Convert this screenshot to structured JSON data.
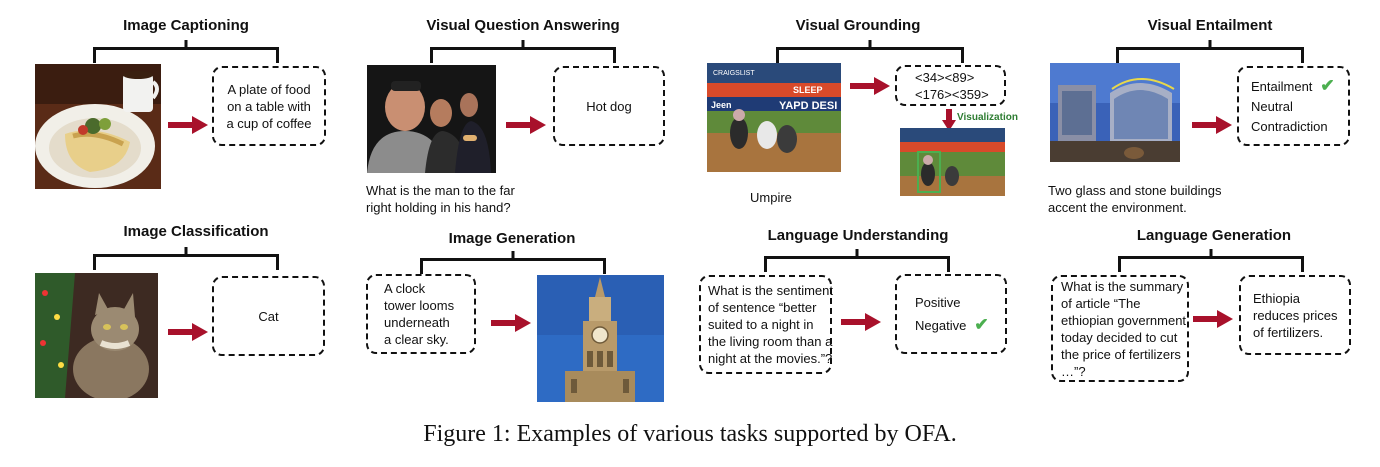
{
  "figure_caption": "Figure 1: Examples of various tasks supported by OFA.",
  "colors": {
    "arrow": "#a8112b",
    "check": "#4caf50",
    "visualization_label": "#2e7d32"
  },
  "tasks": {
    "image_captioning": {
      "title": "Image Captioning",
      "output_lines": [
        "A plate of food",
        "on  a table with",
        "a cup of coffee"
      ]
    },
    "vqa": {
      "title": "Visual Question Answering",
      "question_lines": [
        "What is the man to the far",
        "right holding in his hand?"
      ],
      "answer": "Hot dog"
    },
    "visual_grounding": {
      "title": "Visual Grounding",
      "output_lines": [
        "<34><89>",
        "<176><359>"
      ],
      "visualization_label": "Visualization",
      "query": "Umpire",
      "image_texts": {
        "banner_left": "CRAIGSLIST",
        "banner_right": "SLEEP",
        "sign_left": "Jeen",
        "sign_right": "YAPD DESI"
      }
    },
    "visual_entailment": {
      "title": "Visual Entailment",
      "options": [
        "Entailment",
        "Neutral",
        "Contradiction"
      ],
      "selected_index": 0,
      "premise_lines": [
        "Two glass and stone buildings",
        "accent the environment."
      ]
    },
    "image_classification": {
      "title": "Image Classification",
      "label": "Cat"
    },
    "image_generation": {
      "title": "Image Generation",
      "prompt_lines": [
        "A clock",
        "tower looms",
        "underneath",
        "a clear sky."
      ]
    },
    "language_understanding": {
      "title": "Language Understanding",
      "input_lines": [
        "What is the sentiment",
        "of sentence “better",
        "suited to a night in",
        "the living room than a",
        "night at the movies.”?"
      ],
      "options": [
        "Positive",
        "Negative"
      ],
      "selected_index": 1
    },
    "language_generation": {
      "title": "Language Generation",
      "input_lines": [
        "What is the summary",
        "of article “The",
        "ethiopian government",
        "today decided to cut",
        "the price of fertilizers",
        "…”?"
      ],
      "output_lines": [
        "Ethiopia",
        "reduces prices",
        "of fertilizers."
      ]
    }
  },
  "icons": {
    "arrow": "red-arrow-icon",
    "check": "check-icon",
    "down_arrow": "down-arrow-icon"
  }
}
